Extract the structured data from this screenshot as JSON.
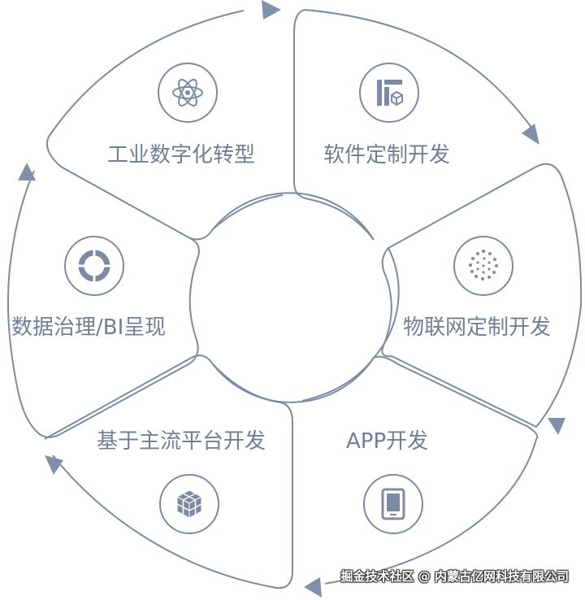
{
  "segments": [
    {
      "label": "工业数字化转型",
      "icon": "atom-icon"
    },
    {
      "label": "软件定制开发",
      "icon": "layout-box-icon"
    },
    {
      "label": "物联网定制开发",
      "icon": "dot-swirl-icon"
    },
    {
      "label": "APP开发",
      "icon": "tablet-icon"
    },
    {
      "label": "基于主流平台开发",
      "icon": "cubes-icon"
    },
    {
      "label": "数据治理/BI呈现",
      "icon": "ring-target-icon"
    }
  ],
  "watermark": "掘金技术社区 @ 内蒙古亿网科技有限公司",
  "colors": {
    "stroke": "#7c8aa3",
    "arrow": "#8090aa",
    "text": "#6f7f95",
    "background": "#ffffff"
  }
}
